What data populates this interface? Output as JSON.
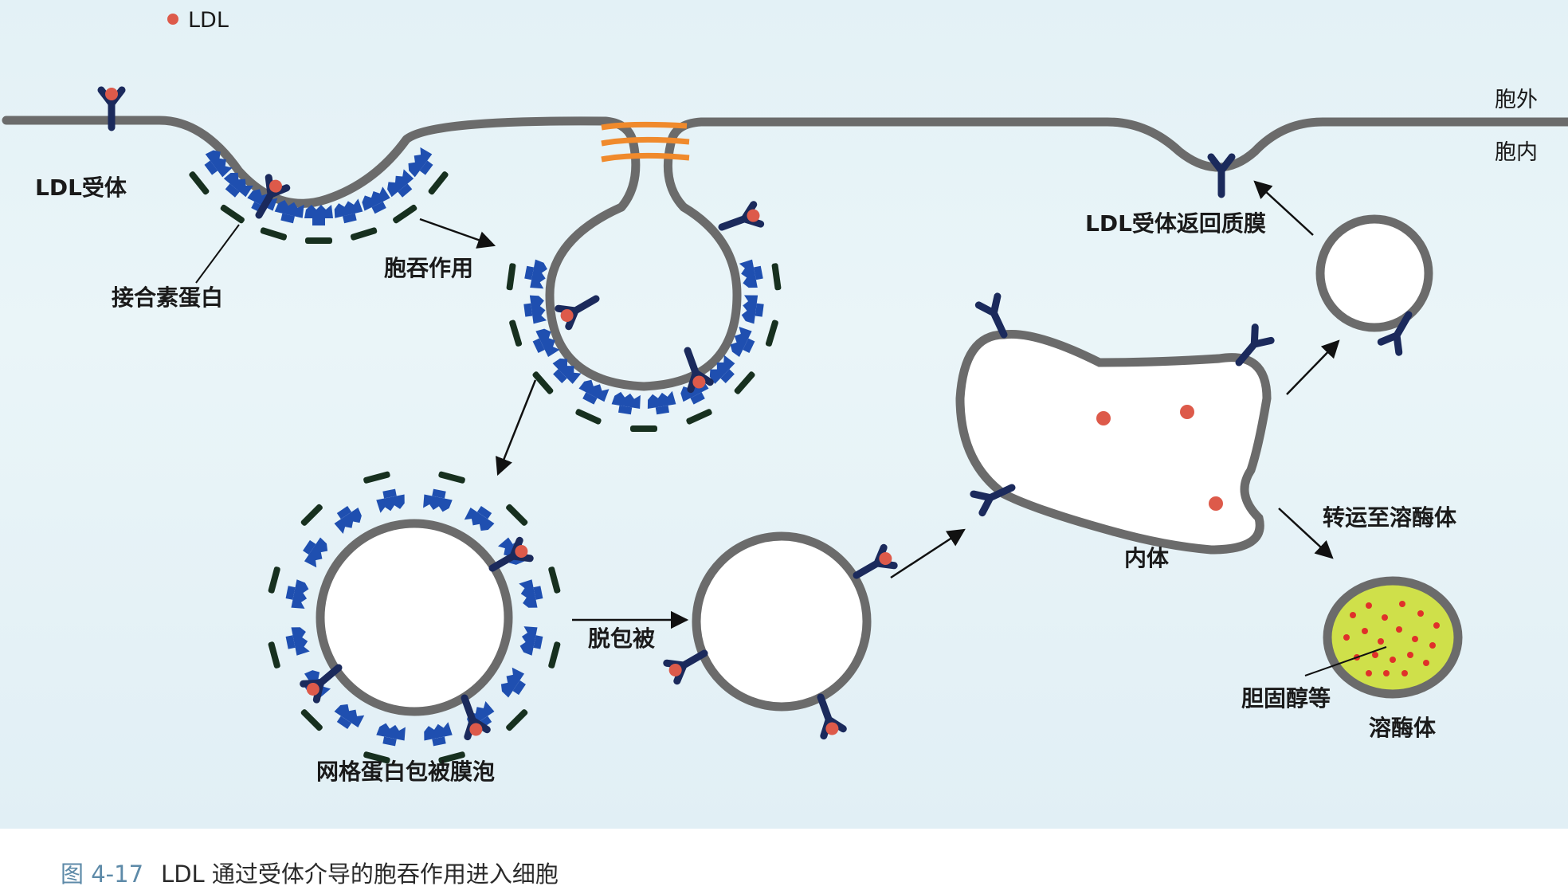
{
  "legend": {
    "ldl": "LDL"
  },
  "labels": {
    "outside": "胞外",
    "inside": "胞内",
    "receptor": "LDL受体",
    "adaptin": "接合素蛋白",
    "endocytosis": "胞吞作用",
    "coated_vesicle": "网格蛋白包被膜泡",
    "uncoating": "脱包被",
    "endosome": "内体",
    "receptor_return": "LDL受体返回质膜",
    "to_lysosome": "转运至溶酶体",
    "cholesterol": "胆固醇等",
    "lysosome": "溶酶体"
  },
  "caption": {
    "figure": "图 4-17",
    "text": "LDL 通过受体介导的胞吞作用进入细胞"
  },
  "colors": {
    "membrane": "#6b6b6b",
    "receptor": "#1b2a5c",
    "ldl": "#dd5a4a",
    "clathrin": "#1f4fb0",
    "adaptin_dark": "#17301f",
    "dynamin": "#f08a2c",
    "lysosome_fill": "#cfe04a",
    "background": "#e3f1f6"
  }
}
